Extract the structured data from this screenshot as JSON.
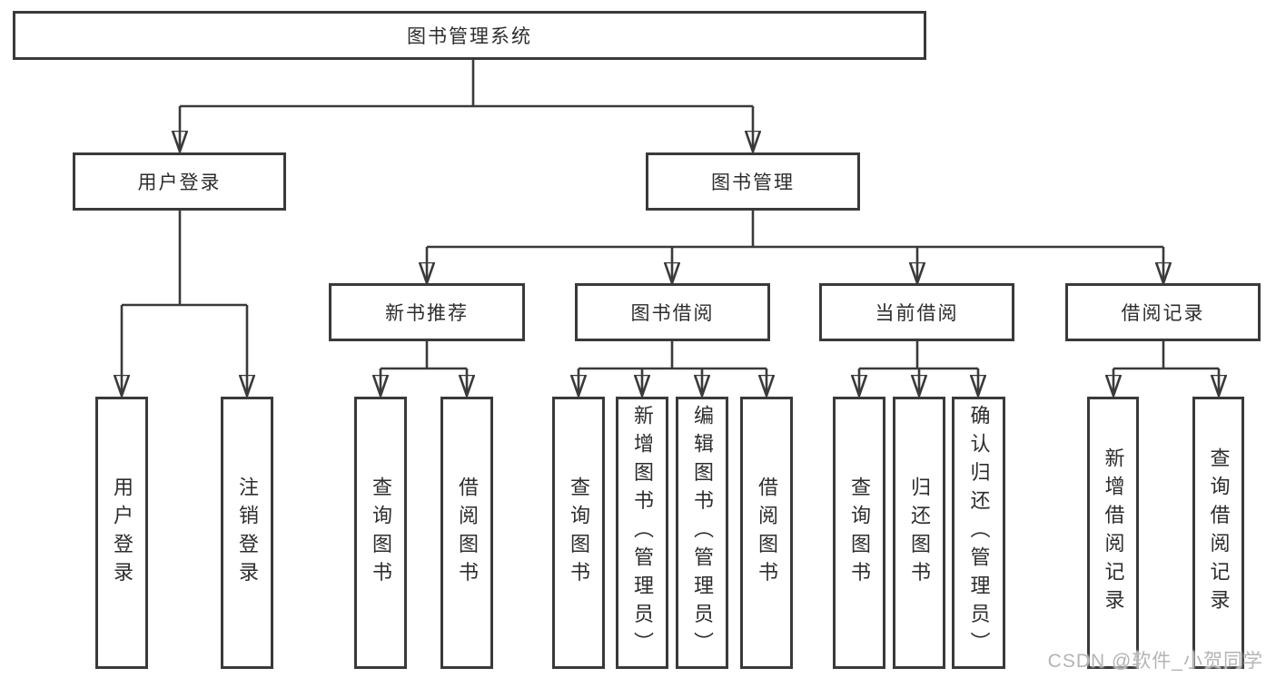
{
  "diagram": {
    "root": {
      "label": "图书管理系统"
    },
    "level2": [
      {
        "label": "用户登录"
      },
      {
        "label": "图书管理"
      }
    ],
    "level3": [
      {
        "label": "新书推荐"
      },
      {
        "label": "图书借阅"
      },
      {
        "label": "当前借阅"
      },
      {
        "label": "借阅记录"
      }
    ],
    "leaves": [
      {
        "group": "用户登录",
        "label": "用户登录"
      },
      {
        "group": "用户登录",
        "label": "注销登录"
      },
      {
        "group": "新书推荐",
        "label": "查询图书"
      },
      {
        "group": "新书推荐",
        "label": "借阅图书"
      },
      {
        "group": "图书借阅",
        "label": "查询图书"
      },
      {
        "group": "图书借阅",
        "label": "新增图书（管理员）"
      },
      {
        "group": "图书借阅",
        "label": "编辑图书（管理员）"
      },
      {
        "group": "图书借阅",
        "label": "借阅图书"
      },
      {
        "group": "当前借阅",
        "label": "查询图书"
      },
      {
        "group": "当前借阅",
        "label": "归还图书"
      },
      {
        "group": "当前借阅",
        "label": "确认归还（管理员）"
      },
      {
        "group": "借阅记录",
        "label": "新增借阅记录"
      },
      {
        "group": "借阅记录",
        "label": "查询借阅记录"
      }
    ],
    "watermark": "CSDN @软件_小贺同学",
    "colors": {
      "line": "#3a3a3a",
      "box_border": "#3a3a3a",
      "text": "#2d2d2d",
      "watermark": "#b4b4b4",
      "background": "#ffffff"
    }
  }
}
